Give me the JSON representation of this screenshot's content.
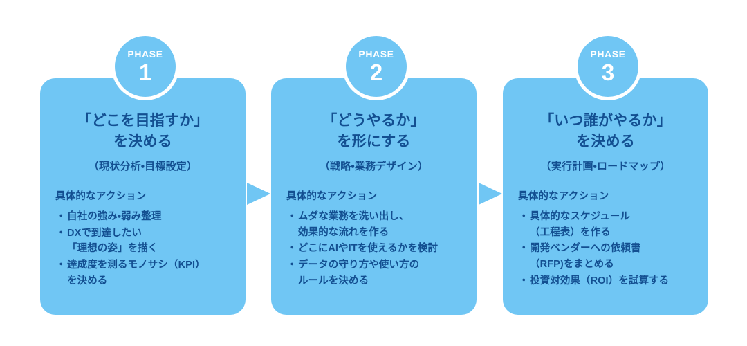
{
  "diagram": {
    "accent_color": "#70c6f4",
    "text_color": "#134f91",
    "background_color": "#ffffff",
    "badge_word": "PHASE",
    "actions_heading": "具体的なアクション",
    "bullet_glyph": "・",
    "phases": [
      {
        "number": "1",
        "title": "「どこを目指すか」\nを決める",
        "title_line1": "「どこを目指すか」",
        "title_line2": "を決める",
        "subtitle": "（現状分析・目標設定）",
        "actions_heading": "具体的なアクション",
        "actions": [
          "自社の強み・弱み整理",
          "DXで到達したい\n「理想の姿」を描く",
          "達成度を測るモノサシ（KPI）\nを決める"
        ]
      },
      {
        "number": "2",
        "title": "「どうやるか」\nを形にする",
        "title_line1": "「どうやるか」",
        "title_line2": "を形にする",
        "subtitle": "（戦略・業務デザイン）",
        "actions_heading": "具体的なアクション",
        "actions": [
          "ムダな業務を洗い出し、\n効果的な流れを作る",
          "どこにAIやITを使えるかを検討",
          "データの守り方や使い方の\nルールを決める"
        ]
      },
      {
        "number": "3",
        "title": "「いつ誰がやるか」\nを決める",
        "title_line1": "「いつ誰がやるか」",
        "title_line2": "を決める",
        "subtitle": "（実行計画・ロードマップ）",
        "actions_heading": "具体的なアクション",
        "actions": [
          "具体的なスケジュール\n（工程表）を作る",
          "開発ベンダーへの依頼書\n（RFP)をまとめる",
          "投資対効果（ROI）を試算する"
        ]
      }
    ],
    "connectors": [
      {
        "name": "arrow-phase1-to-phase2",
        "direction": "right"
      },
      {
        "name": "arrow-phase2-to-phase3",
        "direction": "right"
      }
    ]
  }
}
